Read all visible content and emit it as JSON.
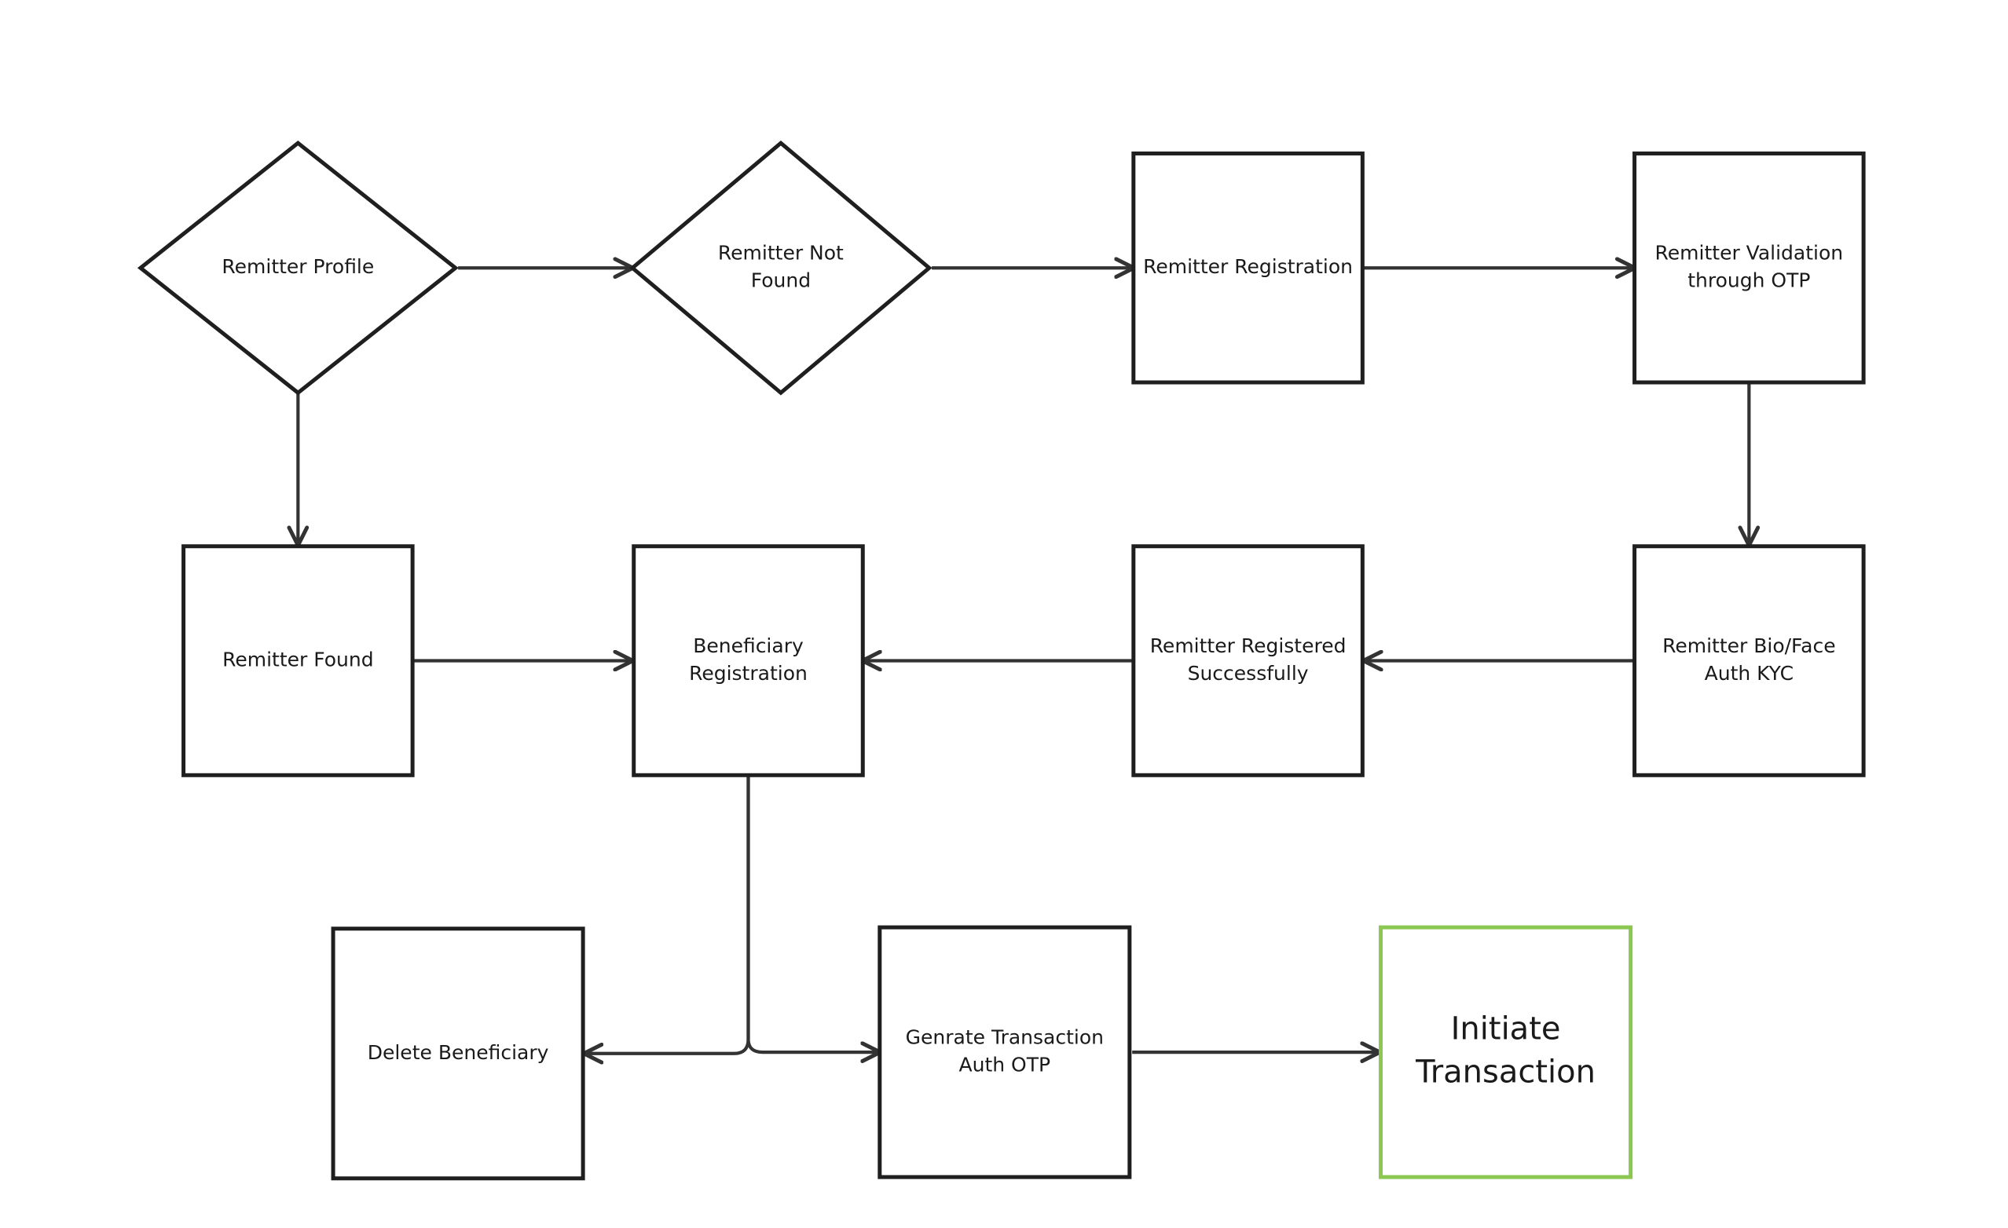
{
  "diagram": {
    "colors": {
      "background": "#ffffff",
      "stroke": "#1f1f1f",
      "arrow": "#333333",
      "highlight": "#8cc751"
    },
    "nodes": [
      {
        "id": "remitter_profile",
        "shape": "diamond",
        "lines": [
          "Remitter Profile"
        ]
      },
      {
        "id": "remitter_not_found",
        "shape": "diamond",
        "lines": [
          "Remitter Not",
          "Found"
        ]
      },
      {
        "id": "remitter_registration",
        "shape": "box",
        "lines": [
          "Remitter Registration"
        ]
      },
      {
        "id": "remitter_validation_otp",
        "shape": "box",
        "lines": [
          "Remitter Validation",
          "through OTP"
        ]
      },
      {
        "id": "remitter_found",
        "shape": "box",
        "lines": [
          "Remitter Found"
        ]
      },
      {
        "id": "beneficiary_registration",
        "shape": "box",
        "lines": [
          "Beneficiary",
          "Registration"
        ]
      },
      {
        "id": "remitter_registered",
        "shape": "box",
        "lines": [
          "Remitter Registered",
          "Successfully"
        ]
      },
      {
        "id": "remitter_bio_face_kyc",
        "shape": "box",
        "lines": [
          "Remitter Bio/Face",
          "Auth KYC"
        ]
      },
      {
        "id": "delete_beneficiary",
        "shape": "box",
        "lines": [
          "Delete Beneficiary"
        ]
      },
      {
        "id": "generate_txn_otp",
        "shape": "box",
        "lines": [
          "Genrate Transaction",
          "Auth OTP"
        ]
      },
      {
        "id": "initiate_transaction",
        "shape": "box",
        "lines": [
          "Initiate",
          "Transaction"
        ],
        "highlight": true
      }
    ],
    "edges": [
      {
        "from": "remitter_profile",
        "to": "remitter_not_found"
      },
      {
        "from": "remitter_not_found",
        "to": "remitter_registration"
      },
      {
        "from": "remitter_registration",
        "to": "remitter_validation_otp"
      },
      {
        "from": "remitter_validation_otp",
        "to": "remitter_bio_face_kyc"
      },
      {
        "from": "remitter_bio_face_kyc",
        "to": "remitter_registered"
      },
      {
        "from": "remitter_registered",
        "to": "beneficiary_registration"
      },
      {
        "from": "remitter_profile",
        "to": "remitter_found"
      },
      {
        "from": "remitter_found",
        "to": "beneficiary_registration"
      },
      {
        "from": "beneficiary_registration",
        "to": "delete_beneficiary"
      },
      {
        "from": "beneficiary_registration",
        "to": "generate_txn_otp"
      },
      {
        "from": "generate_txn_otp",
        "to": "initiate_transaction"
      }
    ]
  }
}
